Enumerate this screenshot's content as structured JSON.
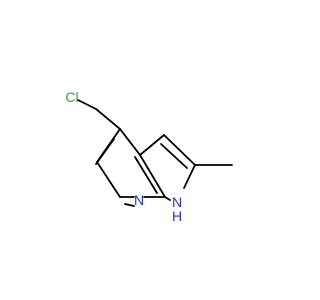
{
  "molecule": {
    "atoms": {
      "cl": "Cl",
      "n_pyridine": "N",
      "nh_n": "N",
      "nh_h": "H"
    },
    "colors": {
      "bond": "#000000",
      "chlorine": "#33a02c",
      "nitrogen": "#2233cc"
    }
  }
}
